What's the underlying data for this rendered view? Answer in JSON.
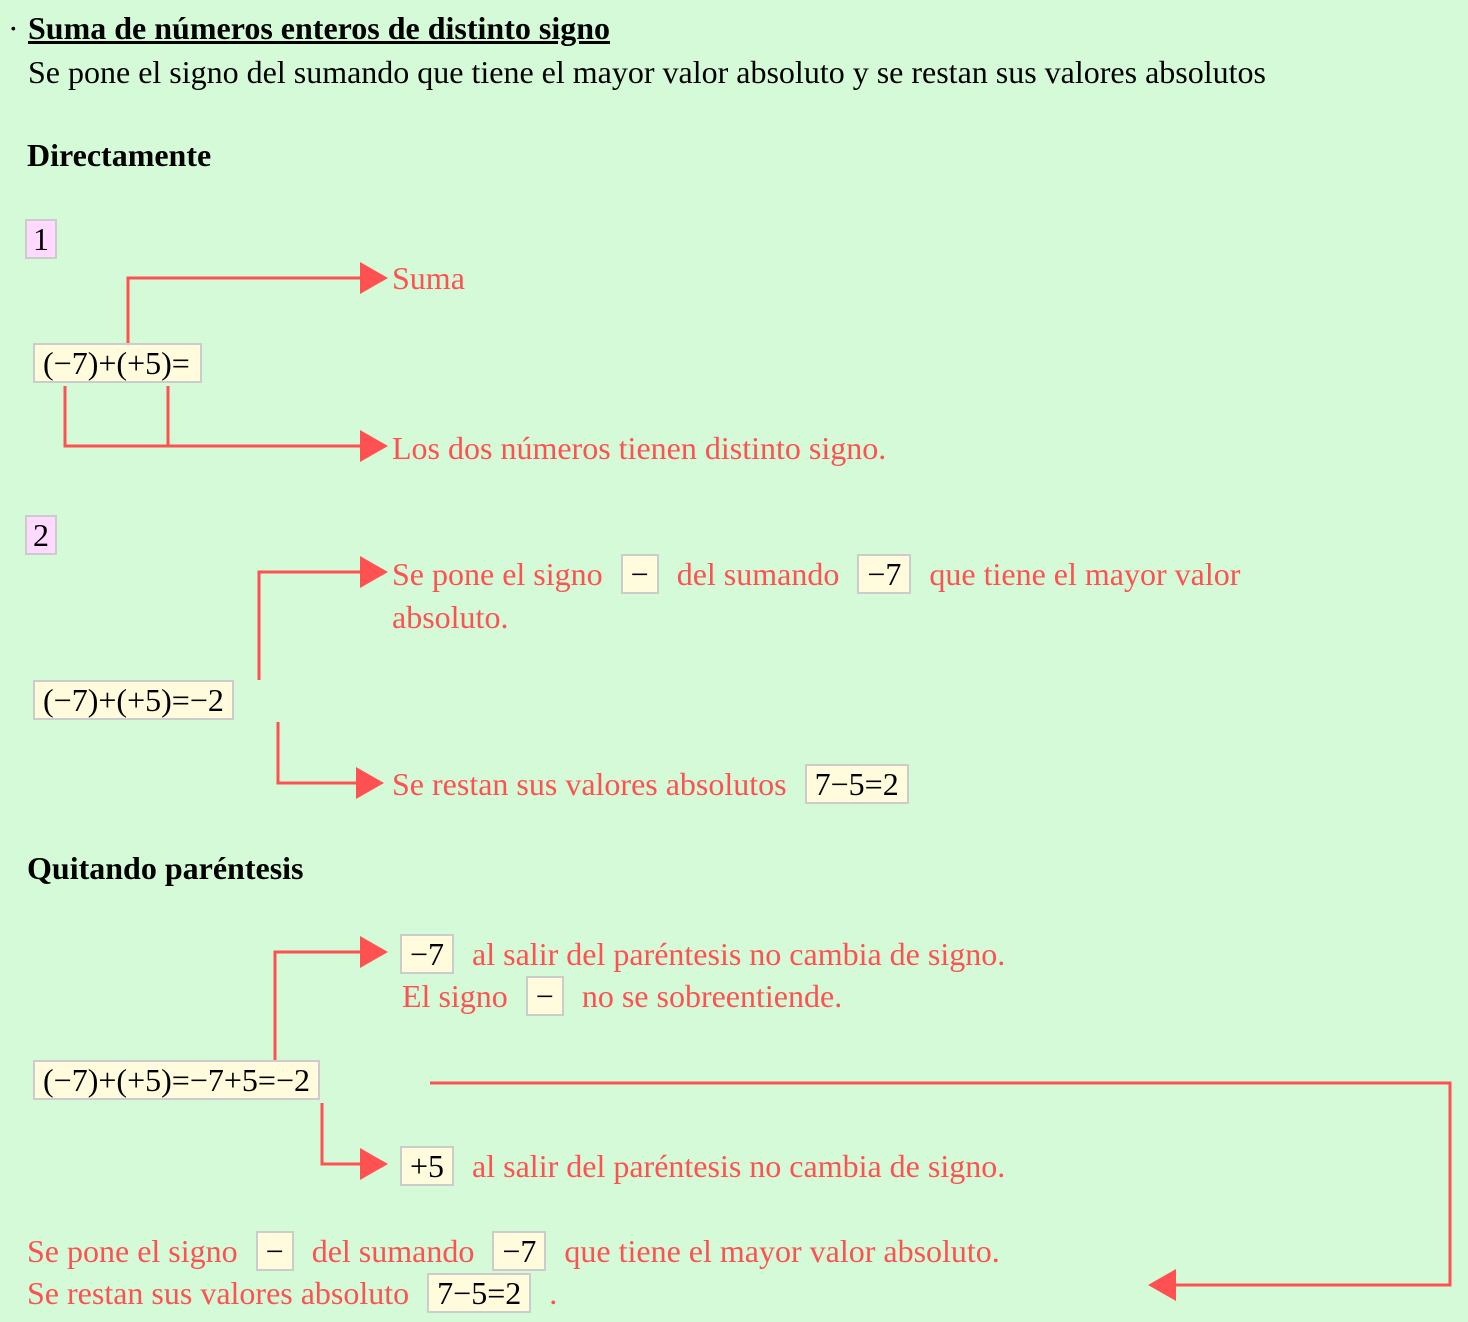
{
  "bullet": "·",
  "title": "Suma de números enteros de distinto signo",
  "rule": "Se pone el signo del sumando que tiene el mayor valor absoluto y se restan sus valores absolutos",
  "section1": {
    "heading": "Directamente",
    "step1": {
      "number": "1",
      "expression": "(−7)+(+5)=",
      "note_top": "Suma",
      "note_bottom": "Los dos números tienen distinto signo."
    },
    "step2": {
      "number": "2",
      "expression": "(−7)+(+5)=−2",
      "note_top": {
        "part1": "Se pone el signo",
        "sign": "−",
        "part2": "del sumando",
        "addend": "−7",
        "part3": "que tiene el mayor valor",
        "part4": "absoluto."
      },
      "note_bottom": {
        "text": "Se restan sus valores absolutos",
        "calc": "7−5=2"
      }
    }
  },
  "section2": {
    "heading": "Quitando paréntesis",
    "expression": "(−7)+(+5)=−7+5=−2",
    "note_top": {
      "term": "−7",
      "line1": "al salir del paréntesis no cambia de signo.",
      "line2a": "El signo",
      "sign": "−",
      "line2b": "no se sobreentiende."
    },
    "note_bottom": {
      "term": "+5",
      "text": "al salir del paréntesis no cambia de signo."
    },
    "conclusion": {
      "part1": "Se pone el signo",
      "sign": "−",
      "part2": "del sumando",
      "addend": "−7",
      "part3": "que tiene el mayor valor absoluto.",
      "part4": "Se restan sus valores absoluto",
      "calc": "7−5=2",
      "end": "."
    }
  },
  "colors": {
    "background": "#d5fad7",
    "accent": "#ff5151",
    "box": "#fffbdc",
    "step_box": "#ffd9ff"
  }
}
